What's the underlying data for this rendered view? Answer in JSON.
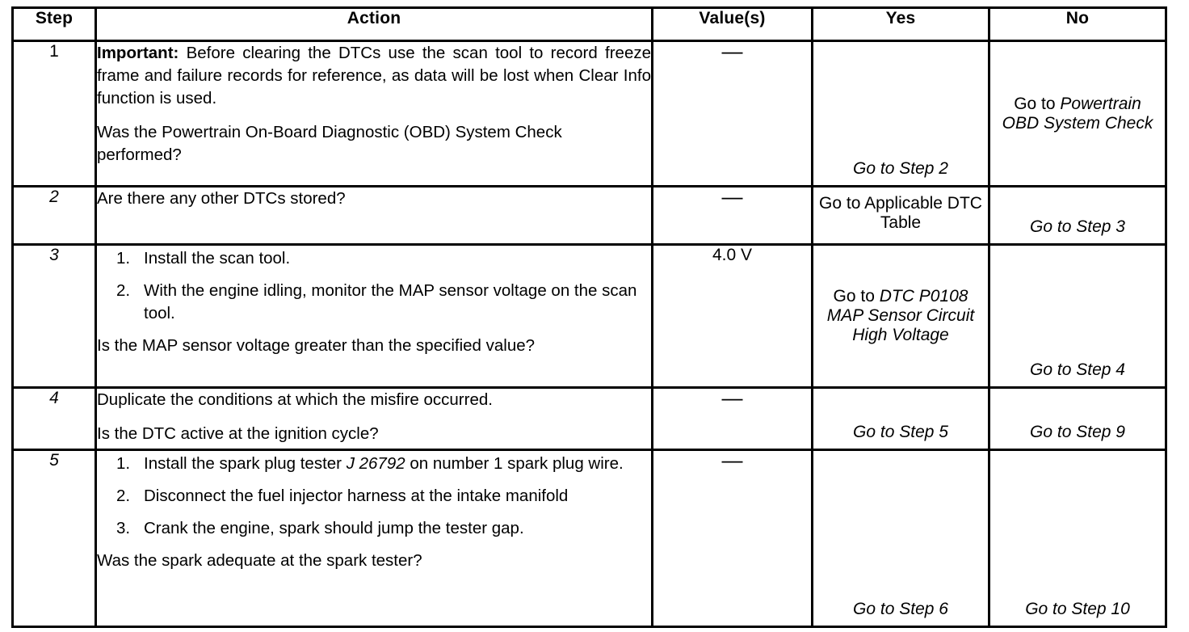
{
  "table": {
    "headers": [
      "Step",
      "Action",
      "Value(s)",
      "Yes",
      "No"
    ],
    "rows": [
      {
        "step": "1",
        "action": {
          "important_label": "Important:",
          "important_text": " Before clearing the DTCs use the scan tool to record freeze frame and failure records for reference, as data will be lost when Clear Info function is used.",
          "question": "Was the Powertrain On-Board Diagnostic (OBD) System Check performed?"
        },
        "value": "—",
        "yes": {
          "prefix": "",
          "target": "Go to Step 2",
          "target_italic": true
        },
        "no": {
          "prefix": "Go to ",
          "target": "Powertrain OBD System Check",
          "target_italic": true
        }
      },
      {
        "step": "2",
        "action": {
          "question": "Are there any other DTCs stored?"
        },
        "value": "—",
        "yes": {
          "prefix": "",
          "target": "Go to Applicable DTC Table",
          "target_italic": false
        },
        "no": {
          "prefix": "",
          "target": "Go to Step 3",
          "target_italic": true
        }
      },
      {
        "step": "3",
        "action": {
          "substeps": [
            "Install the scan tool.",
            "With the engine idling, monitor the MAP sensor voltage on the scan tool."
          ],
          "question": "Is the MAP sensor voltage greater than the specified value?"
        },
        "value": "4.0 V",
        "yes": {
          "prefix": "Go to ",
          "target": "DTC P0108 MAP Sensor Circuit High Voltage",
          "target_italic": true
        },
        "no": {
          "prefix": "",
          "target": "Go to Step 4",
          "target_italic": true
        }
      },
      {
        "step": "4",
        "action": {
          "statement": "Duplicate the conditions at which the misfire occurred.",
          "question": "Is the DTC active at the ignition cycle?"
        },
        "value": "—",
        "yes": {
          "prefix": "",
          "target": "Go to Step 5",
          "target_italic": true
        },
        "no": {
          "prefix": "",
          "target": "Go to Step 9",
          "target_italic": true
        }
      },
      {
        "step": "5",
        "action": {
          "substeps_rich": [
            {
              "pre": "Install the spark plug tester ",
              "ital": "J 26792",
              "post": " on number 1 spark plug wire."
            },
            {
              "pre": "Disconnect the fuel injector harness at the intake manifold",
              "ital": "",
              "post": ""
            },
            {
              "pre": "Crank the engine, spark should jump the tester gap.",
              "ital": "",
              "post": ""
            }
          ],
          "question": "Was the spark adequate at the spark tester?"
        },
        "value": "—",
        "yes": {
          "prefix": "",
          "target": "Go to Step 6",
          "target_italic": true
        },
        "no": {
          "prefix": "",
          "target": "Go to Step 10",
          "target_italic": true
        }
      }
    ]
  }
}
